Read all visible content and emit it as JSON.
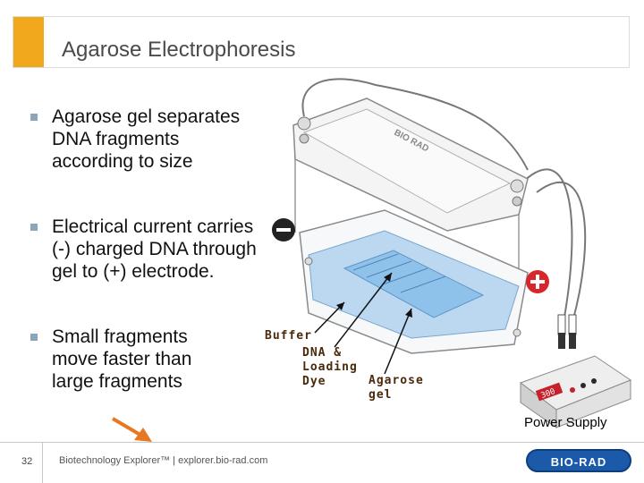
{
  "slide": {
    "title": "Agarose Electrophoresis",
    "bullets": [
      "Agarose gel separates DNA fragments according to size",
      "Electrical current carries (-) charged DNA through gel to (+) electrode.",
      "Small fragments move faster than large fragments"
    ]
  },
  "diagram": {
    "buffer_label": "Buffer",
    "dna_label": "DNA & Loading Dye",
    "gel_label": "Agarose gel",
    "power_label": "Power Supply",
    "lid_logo": "BIO RAD",
    "power_display": "300",
    "negative_symbol": "−",
    "positive_symbol": "+"
  },
  "footer": {
    "page_number": "32",
    "text": "Biotechnology Explorer™ |   explorer.bio-rad.com",
    "logo_text": "BIO-RAD"
  },
  "colors": {
    "accent": "#f2a81d",
    "arrow": "#e87722",
    "negative": "#222222",
    "positive": "#d8262b",
    "buffer": "#bcd8f0"
  }
}
